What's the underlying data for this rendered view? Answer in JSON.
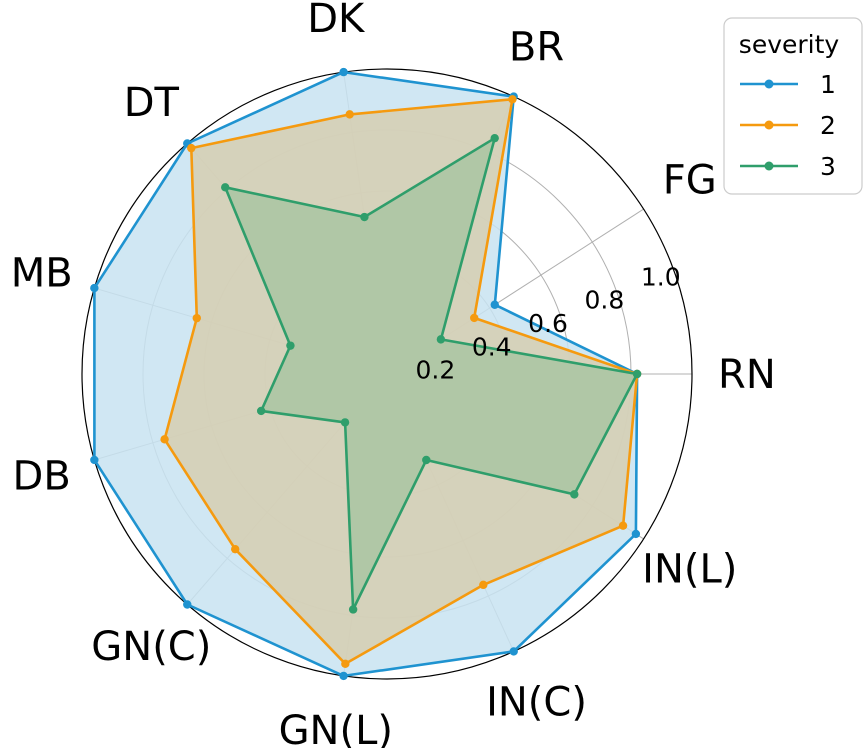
{
  "chart_data": {
    "type": "radar",
    "categories": [
      "RN",
      "FG",
      "BR",
      "DK",
      "DT",
      "MB",
      "DB",
      "GN(C)",
      "GN(L)",
      "IN(C)",
      "IN(L)"
    ],
    "radial_ticks": [
      "0.2",
      "0.4",
      "0.6",
      "0.8",
      "1.0"
    ],
    "rlim": [
      0,
      1.0
    ],
    "grid": true,
    "legend": {
      "title": "severity",
      "placement": "top-right"
    },
    "series": [
      {
        "name": "1",
        "color": "#1f93d0",
        "fill": "#c8e3f1",
        "values": [
          0.82,
          0.42,
          1.0,
          1.0,
          1.0,
          1.0,
          1.0,
          1.0,
          1.0,
          1.0,
          0.97
        ]
      },
      {
        "name": "2",
        "color": "#f59a0f",
        "fill": "#d6ceb0",
        "values": [
          0.82,
          0.34,
          0.99,
          0.86,
          0.98,
          0.65,
          0.76,
          0.76,
          0.96,
          0.76,
          0.92
        ]
      },
      {
        "name": "3",
        "color": "#2f9e6b",
        "fill": "#a9c6a2",
        "values": [
          0.82,
          0.21,
          0.85,
          0.52,
          0.81,
          0.33,
          0.43,
          0.21,
          0.78,
          0.31,
          0.73
        ]
      }
    ]
  }
}
